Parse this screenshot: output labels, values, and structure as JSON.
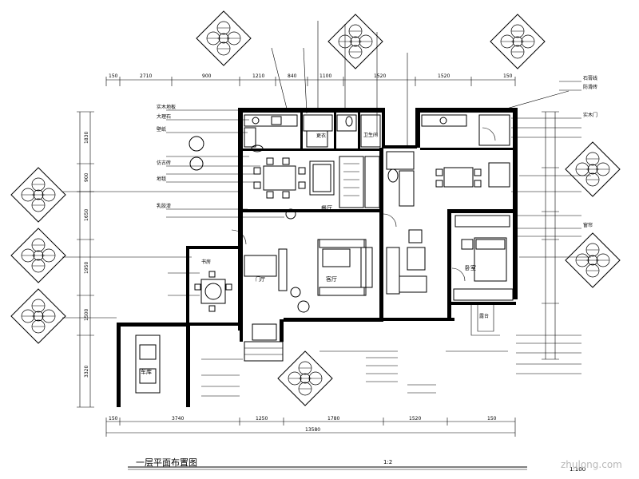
{
  "drawing": {
    "title": "一层平面布置图",
    "scale_mid": "1:2",
    "scale_right": "1:100",
    "watermark": "zhulong.com"
  },
  "room_labels": [
    "餐厅",
    "客厅",
    "卫生间",
    "更衣",
    "卧室",
    "露台",
    "车库",
    "书房",
    "门厅"
  ],
  "callout_labels": [
    "实木地板",
    "大理石",
    "壁纸",
    "仿古砖",
    "地毯",
    "乳胶漆",
    "石膏线",
    "防滑砖",
    "实木门",
    "窗帘"
  ],
  "dimensions": {
    "top": [
      "150",
      "2710",
      "900",
      "1210",
      "840",
      "1100",
      "1520",
      "1520",
      "150"
    ],
    "bottom": [
      "150",
      "3740",
      "1250",
      "1780",
      "1520",
      "150"
    ],
    "overall": "13580",
    "left": [
      "1830",
      "900",
      "1650",
      "1950",
      "1500",
      "3320"
    ]
  },
  "colors": {
    "line": "#000000",
    "watermark": "#b8b8b8",
    "background": "#ffffff"
  }
}
